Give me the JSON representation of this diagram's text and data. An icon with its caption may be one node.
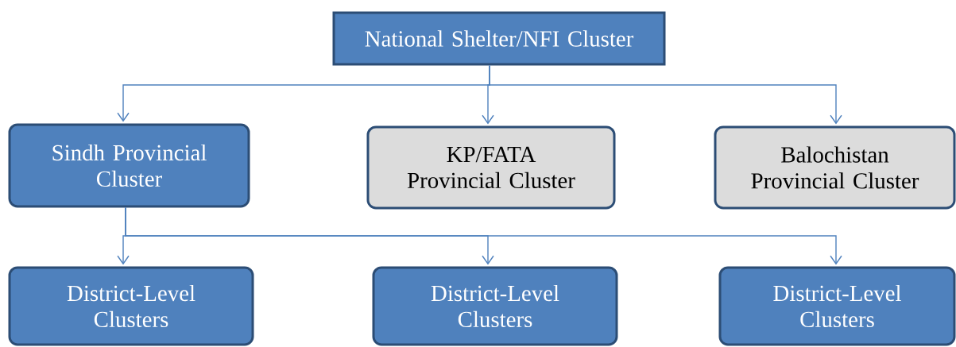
{
  "diagram": {
    "nodes": [
      {
        "text": [
          "National Shelter/NFI Cluster"
        ]
      },
      {
        "text": [
          "Sindh Provincial Cluster"
        ]
      },
      {
        "text": [
          "KP/FATA Provincial Cluster"
        ]
      },
      {
        "text": [
          "Balochistan Provincial Cluster"
        ]
      },
      {
        "text": [
          "District-Level Clusters"
        ]
      },
      {
        "text": [
          "District-Level Clusters"
        ]
      },
      {
        "text": [
          "District-Level Clusters"
        ]
      }
    ],
    "edges": [
      {
        "from": 0,
        "to": 1,
        "arrow": "to"
      },
      {
        "from": 0,
        "to": 2,
        "arrow": "to"
      },
      {
        "from": 0,
        "to": 3,
        "arrow": "to"
      },
      {
        "from": 1,
        "to": 4,
        "arrow": "to"
      },
      {
        "from": 1,
        "to": 5,
        "arrow": "to"
      },
      {
        "from": 1,
        "to": 6,
        "arrow": "to"
      }
    ]
  }
}
